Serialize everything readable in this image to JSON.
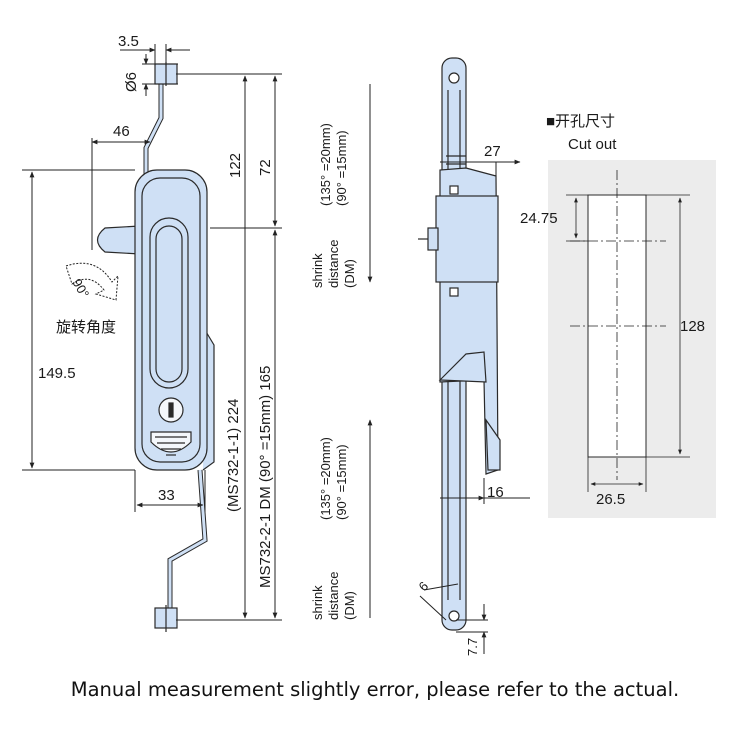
{
  "colors": {
    "part_fill": "#cfe0f5",
    "part_stroke": "#2a2a2a",
    "cutout_bg": "#ececec",
    "cutout_fill": "#ffffff",
    "line": "#222222"
  },
  "front_view": {
    "dim_3_5": "3.5",
    "dim_phi6": "Ø6",
    "dim_46": "46",
    "dim_149_5": "149.5",
    "dim_33": "33",
    "rotation_angle_label": "90°",
    "rotation_caption": "旋转角度"
  },
  "vertical_dims": {
    "dim_122": "122",
    "dim_72": "72",
    "model_label_1": "(MS732-1-1)  224",
    "model_label_2": "MS732-2-1  DM (90°  =15mm) 165"
  },
  "shrink_top": {
    "line1": "(135°  =20mm)",
    "line2": "(90°  =15mm)",
    "line3": "shrink",
    "line4": "distance",
    "line5": "(DM)"
  },
  "shrink_bottom": {
    "line1": "(135°  =20mm)",
    "line2": "(90°  =15mm)",
    "line3": "shrink",
    "line4": "distance",
    "line5": "(DM)"
  },
  "side_view": {
    "dim_27": "27",
    "dim_16": "16",
    "dim_6": "6",
    "dim_7_7": "7.7"
  },
  "cutout": {
    "title": "■开孔尺寸",
    "subtitle": "Cut out",
    "dim_24_75": "24.75",
    "dim_128": "128",
    "dim_26_5": "26.5"
  },
  "footer_note": "Manual measurement slightly error, please refer to the actual."
}
